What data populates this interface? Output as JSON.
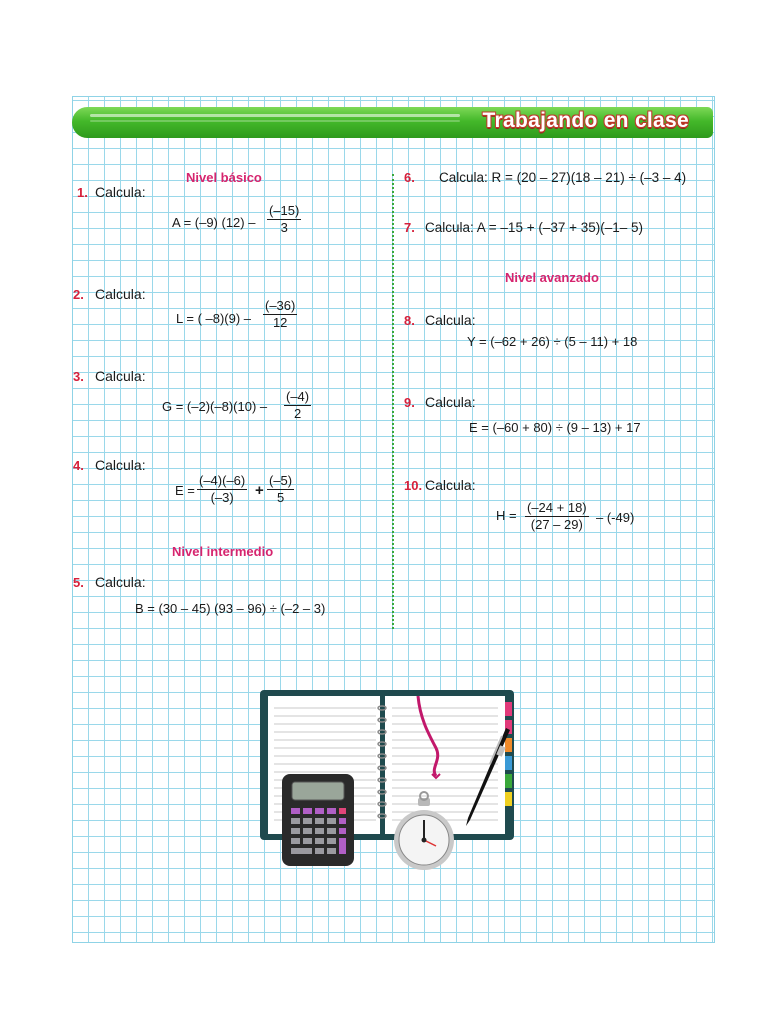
{
  "header": {
    "title": "Trabajando en clase"
  },
  "sections": {
    "basic": "Nivel básico",
    "intermediate": "Nivel intermedio",
    "advanced": "Nivel avanzado"
  },
  "calc_label": "Calcula:",
  "problems": [
    {
      "number": "1.",
      "lhs": "A = (–9) (12) –",
      "num": "(–15)",
      "den": "3"
    },
    {
      "number": "2.",
      "lhs": "L = ( –8)(9) –",
      "num": "(–36)",
      "den": "12"
    },
    {
      "number": "3.",
      "lhs": "G = (–2)(–8)(10) –",
      "num": "(–4)",
      "den": "2"
    },
    {
      "number": "4.",
      "lhs": "E =",
      "num": "(–4)(–6)",
      "den": "(–3)",
      "mid": "+",
      "num2": "(–5)",
      "den2": "5"
    },
    {
      "number": "5.",
      "expr": "B = (30 – 45) (93 – 96) ÷ (–2 – 3)"
    },
    {
      "number": "6.",
      "expr": "Calcula: R = (20 – 27)(18 – 21) ÷ (–3 – 4)"
    },
    {
      "number": "7.",
      "expr": "Calcula: A = –15 + (–37 + 35)(–1– 5)"
    },
    {
      "number": "8.",
      "expr": "Y = (–62 + 26) ÷ (5 – 11) + 18"
    },
    {
      "number": "9.",
      "expr": "E = (–60 + 80) ÷ (9 – 13) + 17"
    },
    {
      "number": "10.",
      "lhs": "H =",
      "num": "(–24 + 18)",
      "den": "(27 – 29)",
      "tail": "– (-49)"
    }
  ],
  "colors": {
    "grid": "#9ad8ea",
    "banner": "#44b82a",
    "section_title": "#d6246e",
    "problem_number": "#d6203b",
    "divider": "#3aa83a"
  },
  "illustration": {
    "icons": [
      "notebook-icon",
      "calculator-icon",
      "pen-icon",
      "stopwatch-icon",
      "bookmark-ribbon-icon"
    ]
  }
}
